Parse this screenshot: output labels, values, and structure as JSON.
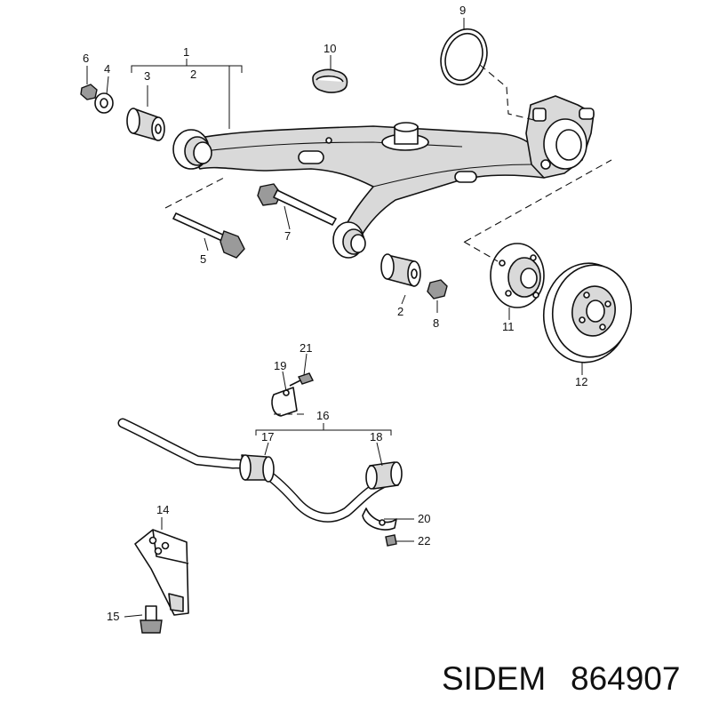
{
  "callouts": {
    "c1": "1",
    "c2a": "2",
    "c2b": "2",
    "c3": "3",
    "c4": "4",
    "c5": "5",
    "c6": "6",
    "c7": "7",
    "c8": "8",
    "c9": "9",
    "c10": "10",
    "c11": "11",
    "c12": "12",
    "c14": "14",
    "c15": "15",
    "c16": "16",
    "c17": "17",
    "c18": "18",
    "c19": "19",
    "c20": "20",
    "c21": "21",
    "c22": "22"
  },
  "footer": {
    "brand": "SIDEM",
    "part_number": "864907"
  }
}
